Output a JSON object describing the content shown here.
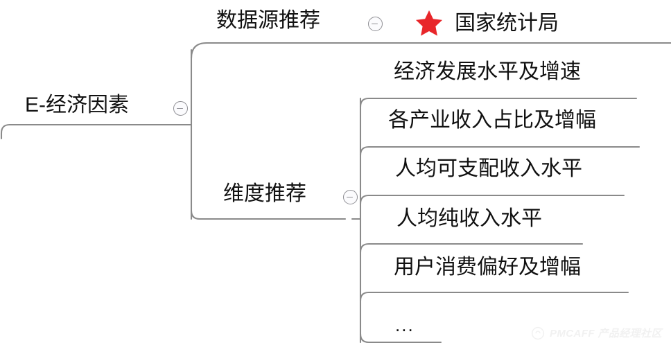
{
  "diagram": {
    "type": "mindmap",
    "title": "E-经济因素 思维导图",
    "line_color": "#8a8a8a",
    "text_color": "#111111",
    "background_color": "#ffffff",
    "accent_color": "#e8262a"
  },
  "root": {
    "label": "E-经济因素",
    "toggle": {
      "icon": "minus-circle-icon",
      "state": "expanded"
    }
  },
  "branches": [
    {
      "id": "data-source",
      "label": "数据源推荐",
      "toggle": {
        "icon": "minus-circle-icon",
        "state": "expanded"
      }
    },
    {
      "id": "dimension",
      "label": "维度推荐",
      "toggle": {
        "icon": "minus-circle-icon",
        "state": "expanded"
      }
    }
  ],
  "data_source_items": [
    {
      "label": "国家统计局",
      "icon": "star-icon",
      "icon_color": "#e8262a",
      "starred": true
    }
  ],
  "dimension_items": [
    {
      "label": "经济发展水平及增速"
    },
    {
      "label": "各产业收入占比及增幅"
    },
    {
      "label": "人均可支配收入水平"
    },
    {
      "label": "人均纯收入水平"
    },
    {
      "label": "用户消费偏好及增幅"
    },
    {
      "label": "..."
    }
  ],
  "watermark": {
    "brand": "PMCAFF 产品经理社区",
    "mark": "pmcaff-logo-icon",
    "color": "#f1f1f1"
  }
}
